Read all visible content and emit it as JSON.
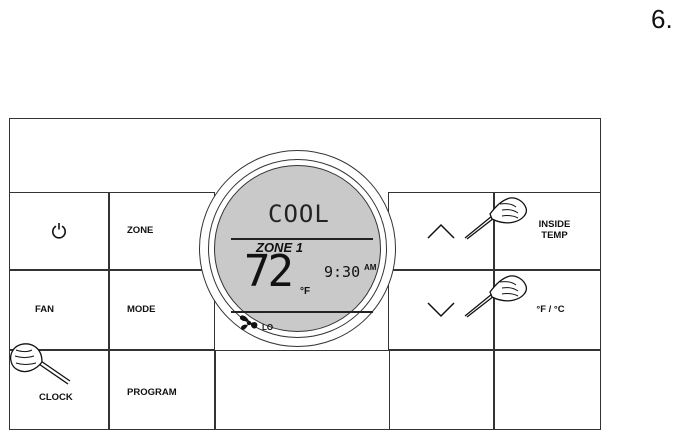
{
  "step_number": "6.",
  "display": {
    "mode": "COOL",
    "zone": "ZONE 1",
    "temperature": "72",
    "unit": "°F",
    "time": "9:30",
    "ampm": "AM",
    "fan_speed": "LO"
  },
  "buttons": {
    "power_icon": "power-icon",
    "zone": "ZONE",
    "fan": "FAN",
    "mode": "MODE",
    "clock": "CLOCK",
    "program": "PROGRAM",
    "inside_temp_line1": "INSIDE",
    "inside_temp_line2": "TEMP",
    "f_c": "°F / °C"
  },
  "icons": {
    "up": "chevron-up-icon",
    "down": "chevron-down-icon",
    "fan": "fan-icon",
    "hand": "pointing-hand-icon"
  }
}
